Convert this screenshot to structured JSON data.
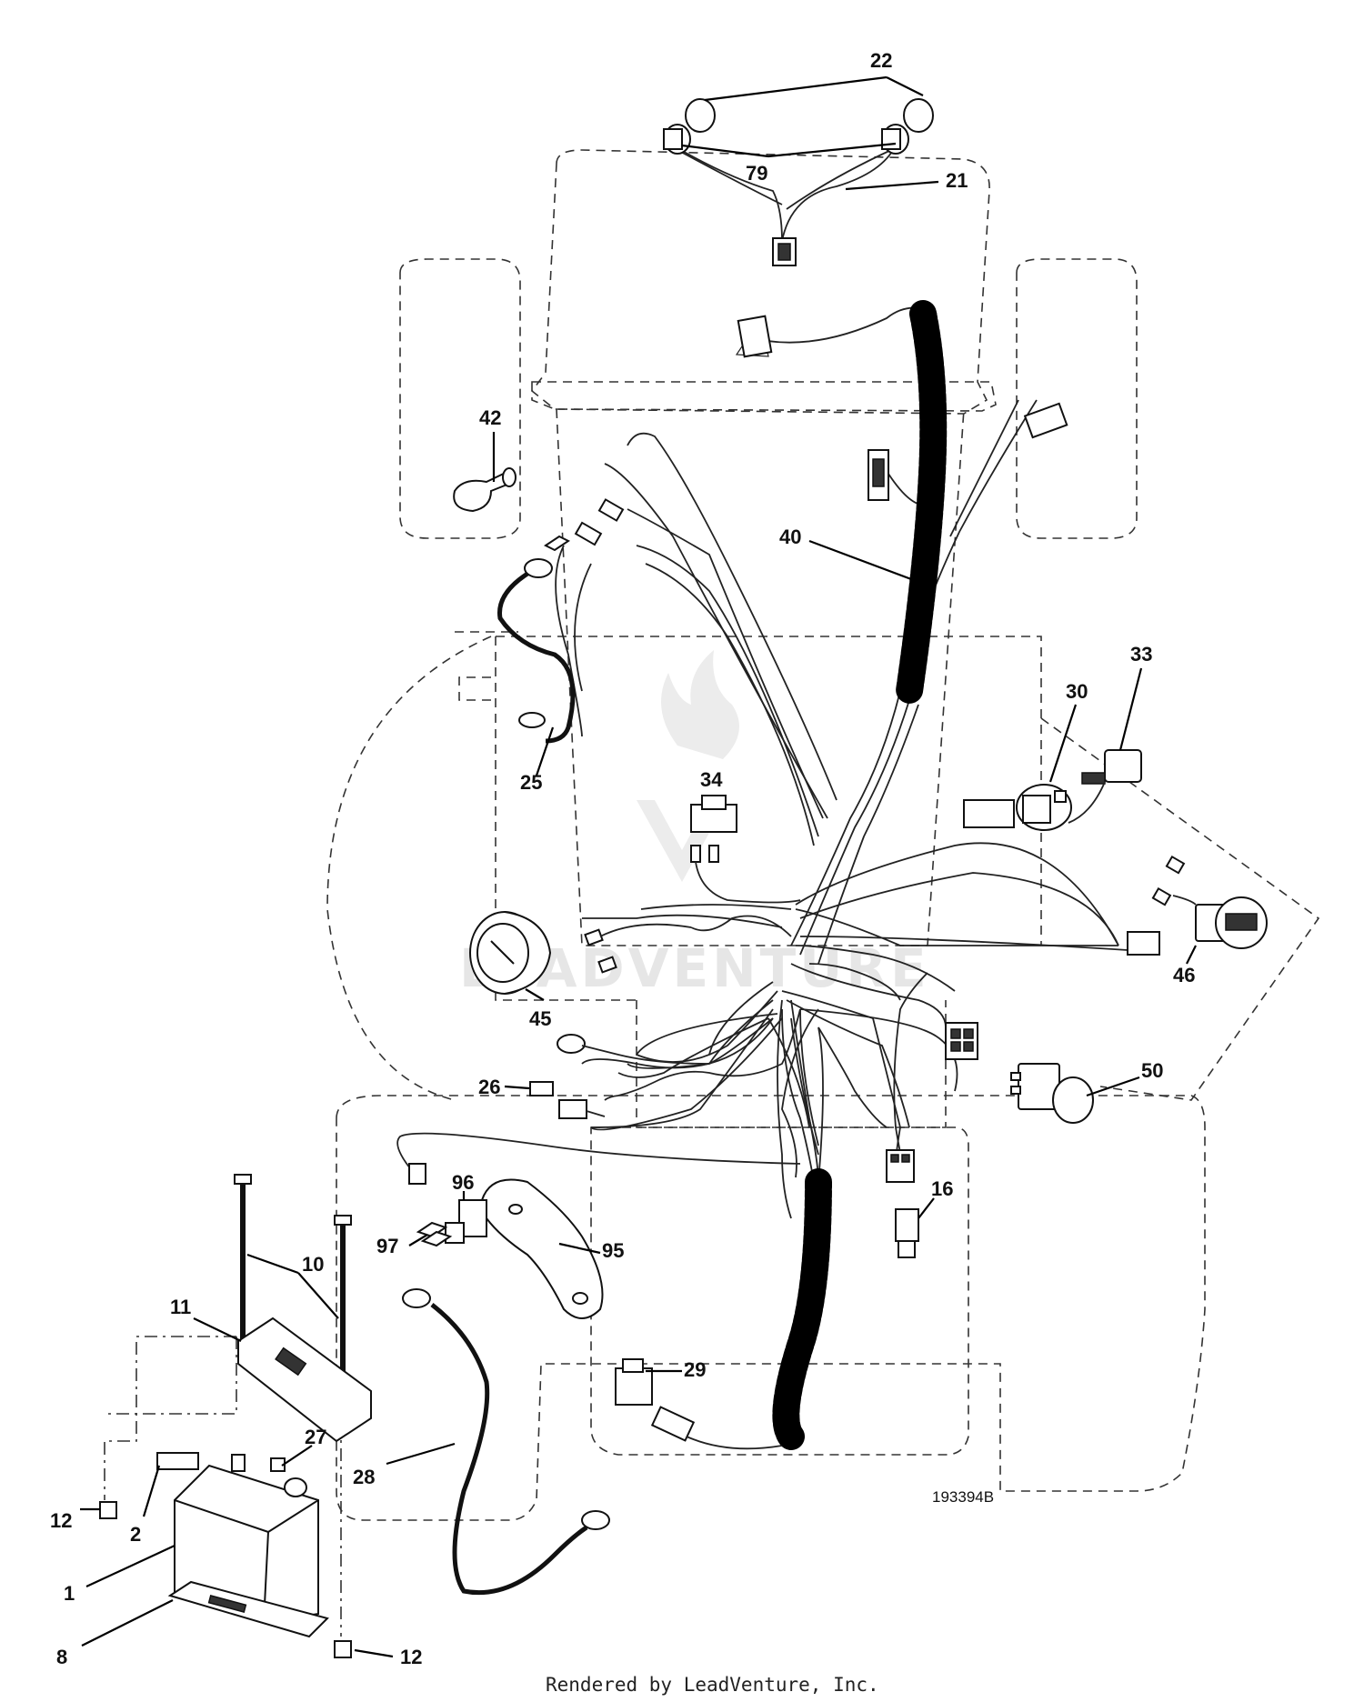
{
  "diagram": {
    "part_number": "193394B",
    "footer": "Rendered by LeadVenture, Inc.",
    "watermark": "LEADVENTURE",
    "callouts": {
      "c22": "22",
      "c79": "79",
      "c21": "21",
      "c42": "42",
      "c40": "40",
      "c33": "33",
      "c30": "30",
      "c25": "25",
      "c34": "34",
      "c46": "46",
      "c45": "45",
      "c50": "50",
      "c26": "26",
      "c96": "96",
      "c16": "16",
      "c97": "97",
      "c95": "95",
      "c10": "10",
      "c11": "11",
      "c29": "29",
      "c27": "27",
      "c28": "28",
      "c12a": "12",
      "c2": "2",
      "c1": "1",
      "c8": "8",
      "c12b": "12"
    }
  }
}
